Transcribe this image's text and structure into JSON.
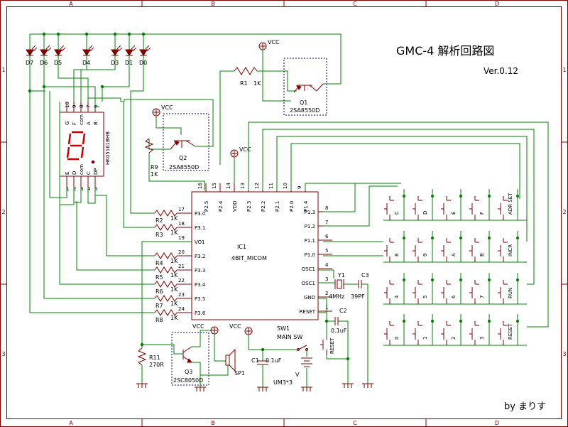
{
  "title": "GMC-4 解析回路図",
  "version": "Ver.0.12",
  "author": "by まりす",
  "frame": {
    "columns": [
      "A",
      "B",
      "C",
      "D"
    ],
    "rows": [
      "1",
      "2",
      "3"
    ]
  },
  "leds": [
    "D7",
    "D6",
    "D5",
    "D4",
    "D3",
    "D1",
    "D0"
  ],
  "ic": {
    "ref": "IC1",
    "name": "4BIT_MICOM",
    "top_pins": [
      {
        "label": "P2.5",
        "num": "16"
      },
      {
        "label": "P2.4",
        "num": "15"
      },
      {
        "label": "VDD",
        "num": "14"
      },
      {
        "label": "P2.3",
        "num": "13"
      },
      {
        "label": "P2.2",
        "num": "12"
      },
      {
        "label": "P2.1",
        "num": "11"
      },
      {
        "label": "P2.0",
        "num": "10"
      },
      {
        "label": "P1.4",
        "num": "9"
      }
    ],
    "left_pins": [
      {
        "label": "P3.0",
        "num": "17"
      },
      {
        "label": "P3.1",
        "num": "18"
      },
      {
        "label": "VO1",
        "num": "19"
      },
      {
        "label": "P3.2",
        "num": "20"
      },
      {
        "label": "P3.3",
        "num": "21"
      },
      {
        "label": "P3.4",
        "num": "22"
      },
      {
        "label": "P3.5",
        "num": "23"
      },
      {
        "label": "P3.6",
        "num": "24"
      }
    ],
    "right_pins": [
      {
        "label": "P1.3",
        "num": "8"
      },
      {
        "label": "P1.2",
        "num": "7"
      },
      {
        "label": "P1.1",
        "num": "6"
      },
      {
        "label": "P1.0",
        "num": "5"
      },
      {
        "label": "OSC1",
        "num": "4"
      },
      {
        "label": "OSC1",
        "num": "3"
      },
      {
        "label": "GND",
        "num": "2"
      },
      {
        "label": "RESET",
        "num": "1"
      }
    ]
  },
  "display": {
    "part": "HK05161BHB",
    "top_pins": [
      "10",
      "9",
      "8",
      "7",
      "6"
    ],
    "bottom_pins": [
      "1",
      "2",
      "3",
      "4",
      "5"
    ],
    "top_segs": [
      "G",
      "F",
      "com",
      "A",
      "B"
    ],
    "bottom_segs": [
      "E",
      "D",
      "com",
      "C",
      "DP"
    ]
  },
  "resistors": [
    {
      "ref": "R1",
      "value": "1K"
    },
    {
      "ref": "R2",
      "value": "1K"
    },
    {
      "ref": "R3",
      "value": "1K"
    },
    {
      "ref": "R4",
      "value": "1K"
    },
    {
      "ref": "R5",
      "value": "1K"
    },
    {
      "ref": "R6",
      "value": "1K"
    },
    {
      "ref": "R7",
      "value": "1K"
    },
    {
      "ref": "R8",
      "value": "1K"
    },
    {
      "ref": "R9",
      "value": "1K"
    },
    {
      "ref": "R11",
      "value": "270R"
    }
  ],
  "transistors": [
    {
      "ref": "Q1",
      "part": "2SA8550D"
    },
    {
      "ref": "Q2",
      "part": "2SA8550D"
    },
    {
      "ref": "Q3",
      "part": "2SC8050D"
    }
  ],
  "vcc": "VCC",
  "crystal": {
    "ref": "Y1",
    "value": "4MHz"
  },
  "caps": [
    {
      "ref": "C3",
      "value": "39PF"
    },
    {
      "ref": "C2",
      "value": "0.1uF"
    },
    {
      "ref": "C1",
      "value": "0.1uF"
    }
  ],
  "reset_label": "RESET",
  "switch": {
    "ref": "SW1",
    "label": "MAIN SW"
  },
  "speaker": "SP1",
  "battery": {
    "label": "V",
    "value": "UM3*3"
  },
  "keypad": [
    [
      "C",
      "D",
      "E",
      "F",
      "ADR SET"
    ],
    [
      "8",
      "9",
      "A",
      "B",
      "INCR"
    ],
    [
      "4",
      "5",
      "6",
      "7",
      "RUN"
    ],
    [
      "0",
      "1",
      "2",
      "3",
      "RESET"
    ]
  ]
}
